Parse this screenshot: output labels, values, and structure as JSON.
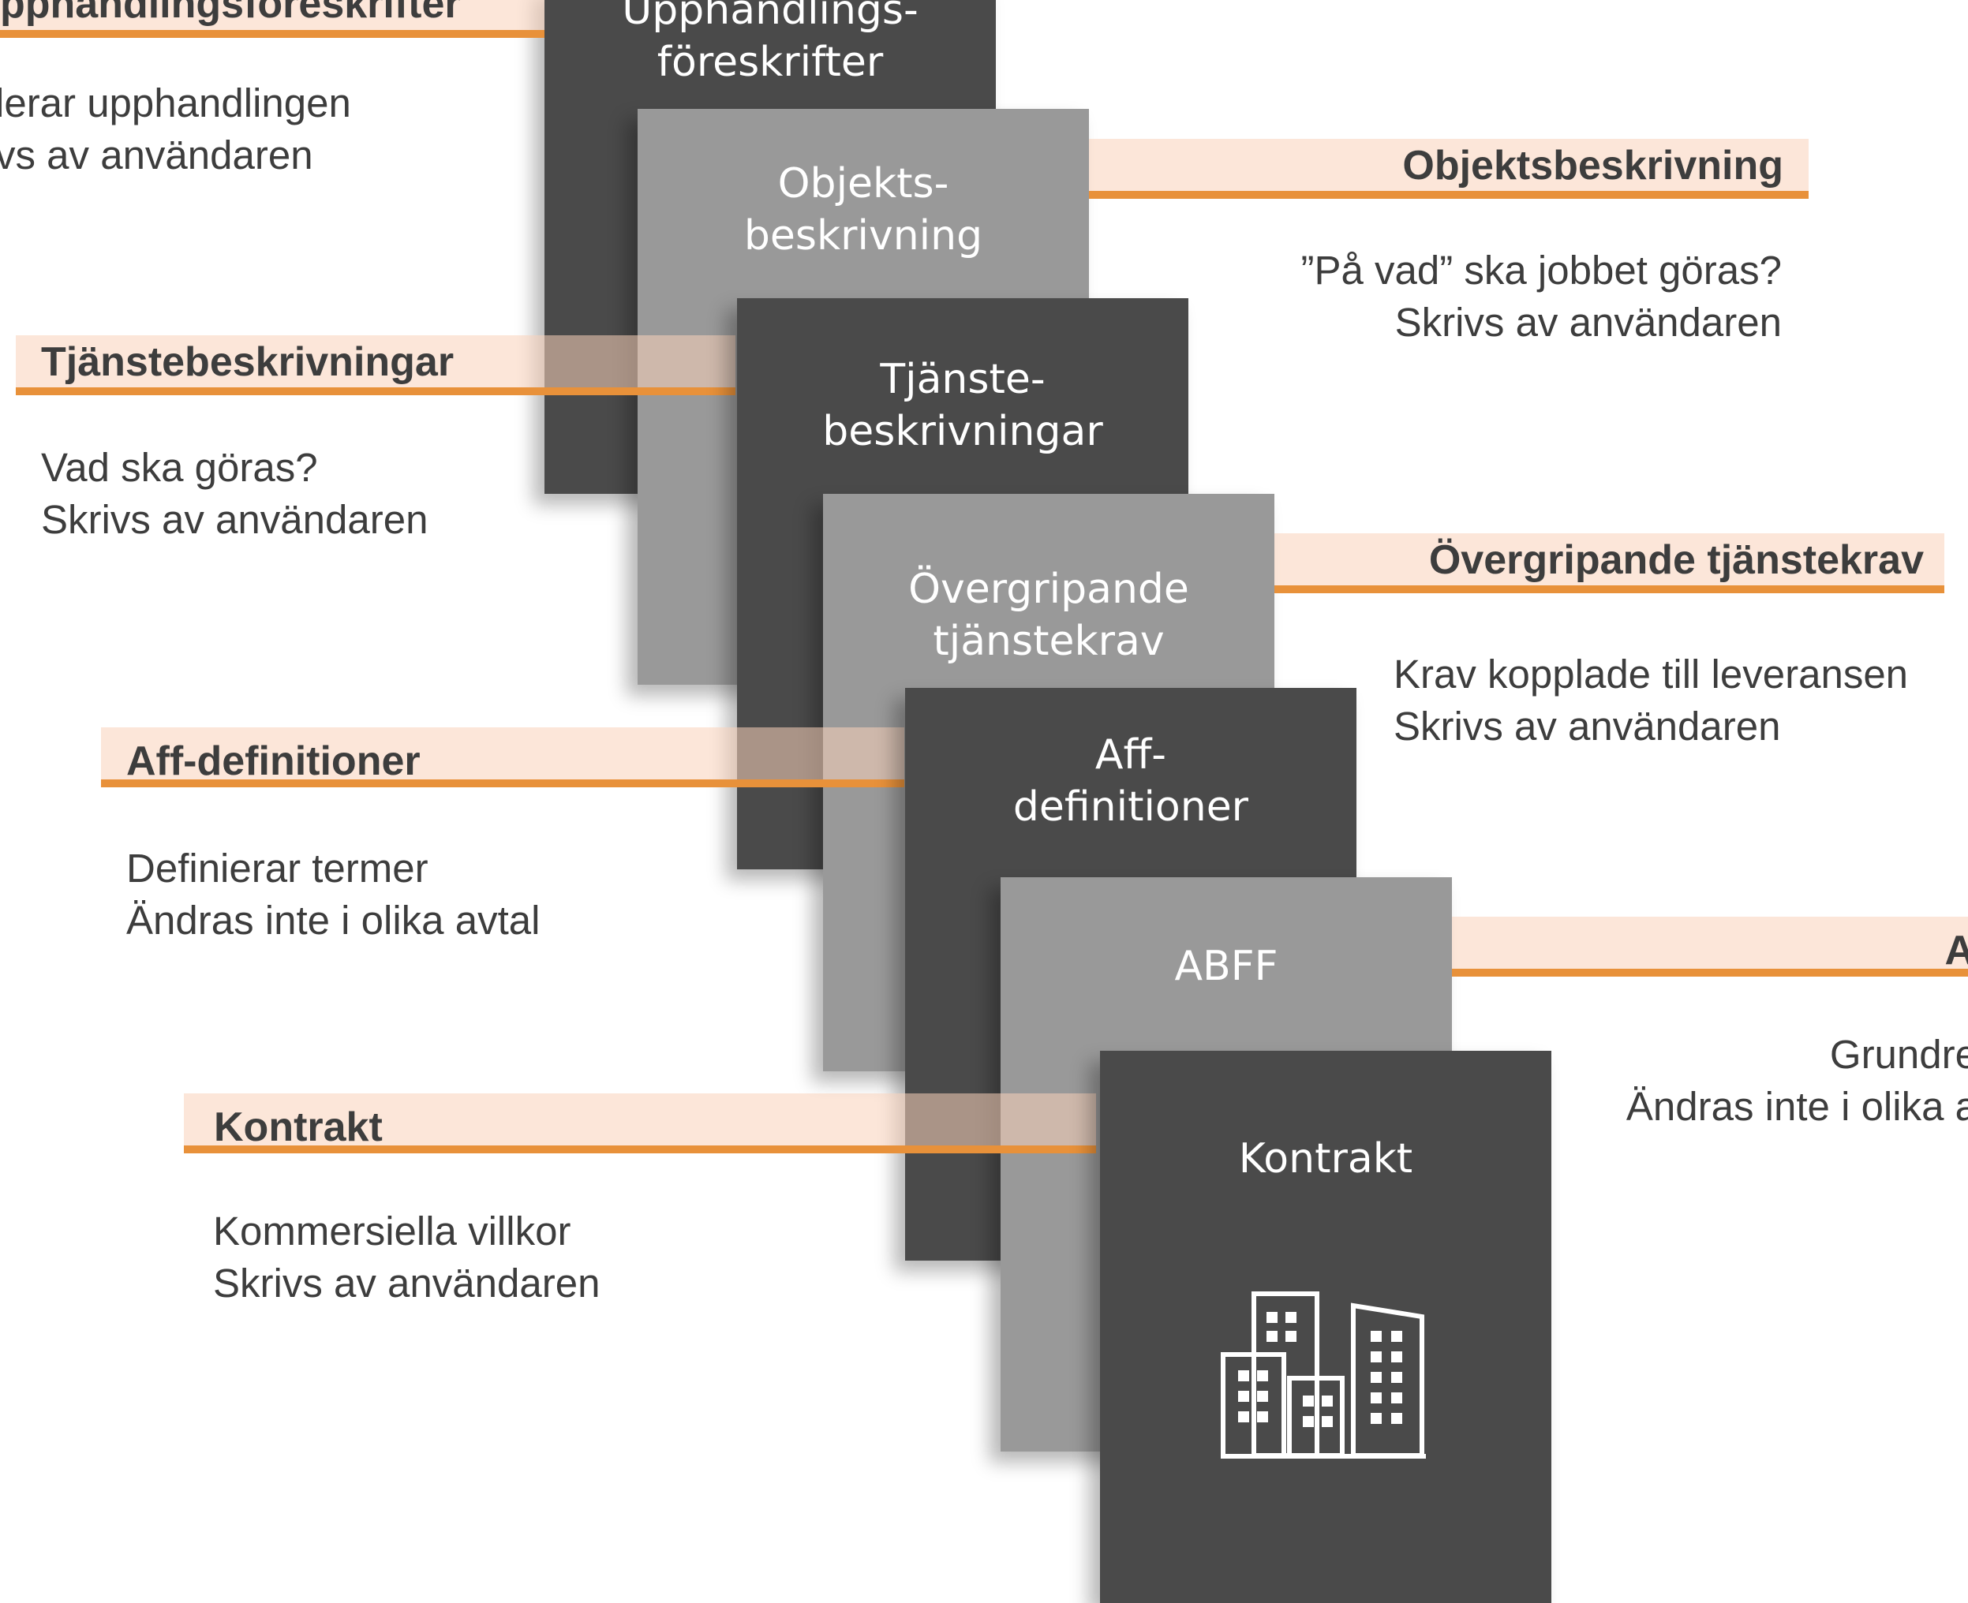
{
  "colors": {
    "dark_card": "#4a4a4a",
    "light_card": "#999999",
    "band_fill": "#fbe0d0",
    "accent": "#e8913a",
    "text": "#3d3d3d"
  },
  "cards": [
    {
      "id": "upphandlingsforeskrifter",
      "title": "Upphandlings-\nföreskrifter"
    },
    {
      "id": "objektsbeskrivning",
      "title": "Objekts-\nbeskrivning"
    },
    {
      "id": "tjanstebeskrivningar",
      "title": "Tjänste-\nbeskrivningar"
    },
    {
      "id": "overgripande",
      "title": "Övergripande\ntjänstekrav"
    },
    {
      "id": "aff",
      "title": "Aff-\ndefinitioner"
    },
    {
      "id": "abff",
      "title": "ABFF"
    },
    {
      "id": "kontrakt",
      "title": "Kontrakt",
      "icon": "buildings-icon"
    }
  ],
  "labels": [
    {
      "id": "upphandlingsforeskrifter",
      "title": "pphandlingsföreskrifter",
      "desc": "lerar upphandlingen\nvs av användaren"
    },
    {
      "id": "objektsbeskrivning",
      "title": "Objektsbeskrivning",
      "desc": "”På vad” ska jobbet göras?\nSkrivs av användaren"
    },
    {
      "id": "tjanstebeskrivningar",
      "title": "Tjänstebeskrivningar",
      "desc": "Vad ska göras?\nSkrivs av användaren"
    },
    {
      "id": "overgripande",
      "title": "Övergripande tjänstekrav",
      "desc": "Krav kopplade till leveransen\nSkrivs av användaren"
    },
    {
      "id": "aff",
      "title": "Aff-definitioner",
      "desc": "Definierar termer\nÄndras inte i olika avtal"
    },
    {
      "id": "abff",
      "title": "A",
      "desc": "Grundre\nÄndras inte i olika a"
    },
    {
      "id": "kontrakt",
      "title": "Kontrakt",
      "desc": "Kommersiella villkor\nSkrivs av användaren"
    }
  ]
}
